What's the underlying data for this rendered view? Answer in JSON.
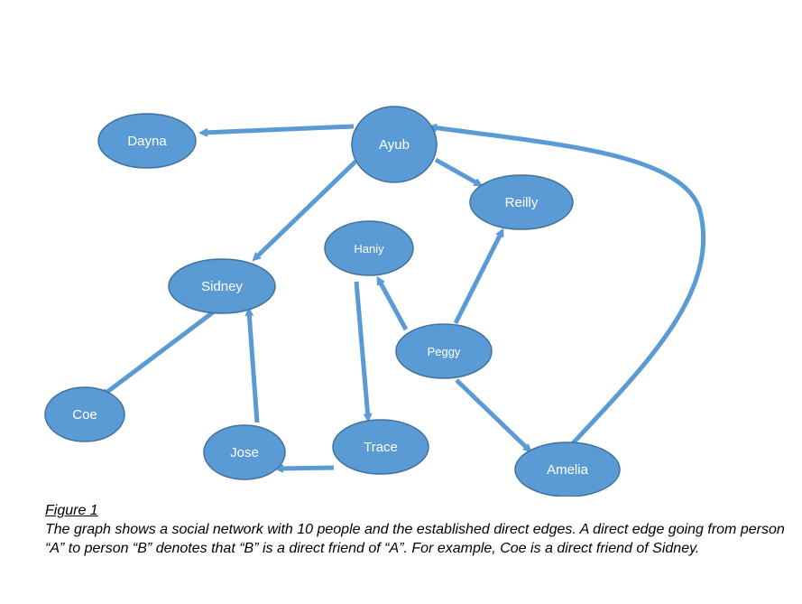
{
  "colors": {
    "node_fill": "#5b9bd5",
    "node_stroke": "#41719c",
    "edge": "#5b9bd5",
    "label": "#ffffff"
  },
  "nodes": [
    {
      "id": "ayub",
      "label": "Ayub"
    },
    {
      "id": "dayna",
      "label": "Dayna"
    },
    {
      "id": "reilly",
      "label": "Reilly"
    },
    {
      "id": "haniy",
      "label": "Haniy"
    },
    {
      "id": "sidney",
      "label": "Sidney"
    },
    {
      "id": "peggy",
      "label": "Peggy"
    },
    {
      "id": "coe",
      "label": "Coe"
    },
    {
      "id": "jose",
      "label": "Jose"
    },
    {
      "id": "trace",
      "label": "Trace"
    },
    {
      "id": "amelia",
      "label": "Amelia"
    }
  ],
  "edges": [
    {
      "from": "ayub",
      "to": "dayna"
    },
    {
      "from": "ayub",
      "to": "reilly"
    },
    {
      "from": "ayub",
      "to": "sidney"
    },
    {
      "from": "sidney",
      "to": "coe"
    },
    {
      "from": "jose",
      "to": "sidney"
    },
    {
      "from": "trace",
      "to": "jose"
    },
    {
      "from": "haniy",
      "to": "trace"
    },
    {
      "from": "peggy",
      "to": "haniy"
    },
    {
      "from": "peggy",
      "to": "reilly"
    },
    {
      "from": "peggy",
      "to": "amelia"
    },
    {
      "from": "amelia",
      "to": "ayub"
    }
  ],
  "caption": {
    "title": "Figure 1",
    "text": "The graph shows a social network with 10 people and the established direct edges. A direct edge going from person “A” to person “B” denotes that “B” is a direct friend of “A”. For example, Coe is a direct friend of Sidney."
  }
}
